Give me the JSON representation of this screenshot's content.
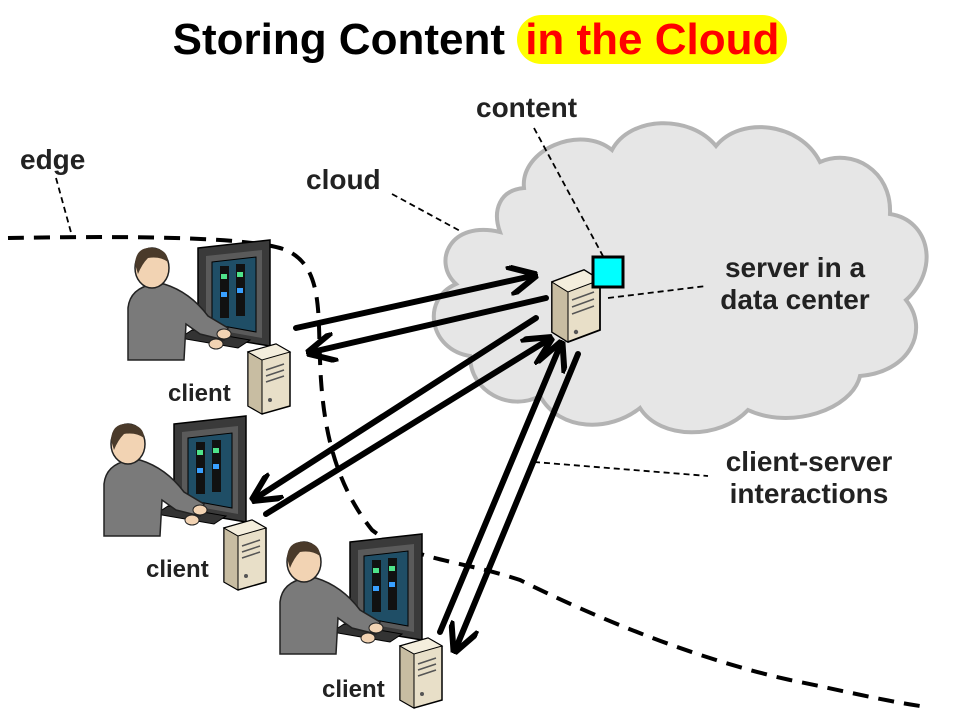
{
  "title": {
    "main": "Storing Content ",
    "highlight": "in the Cloud",
    "highlight_bg": "#ffff00",
    "highlight_color": "#ff0000"
  },
  "labels": {
    "content": "content",
    "edge": "edge",
    "cloud": "cloud",
    "server_line1": "server in a",
    "server_line2": "data center",
    "interactions_line1": "client-server",
    "interactions_line2": "interactions",
    "client": "client"
  },
  "colors": {
    "cloud_fill": "#e6e6e6",
    "cloud_stroke": "#b3b3b3",
    "content_square": "#00ffff",
    "arrow": "#000000",
    "monitor_screen": "#1f4e66",
    "tower": "#e8dfc8"
  }
}
